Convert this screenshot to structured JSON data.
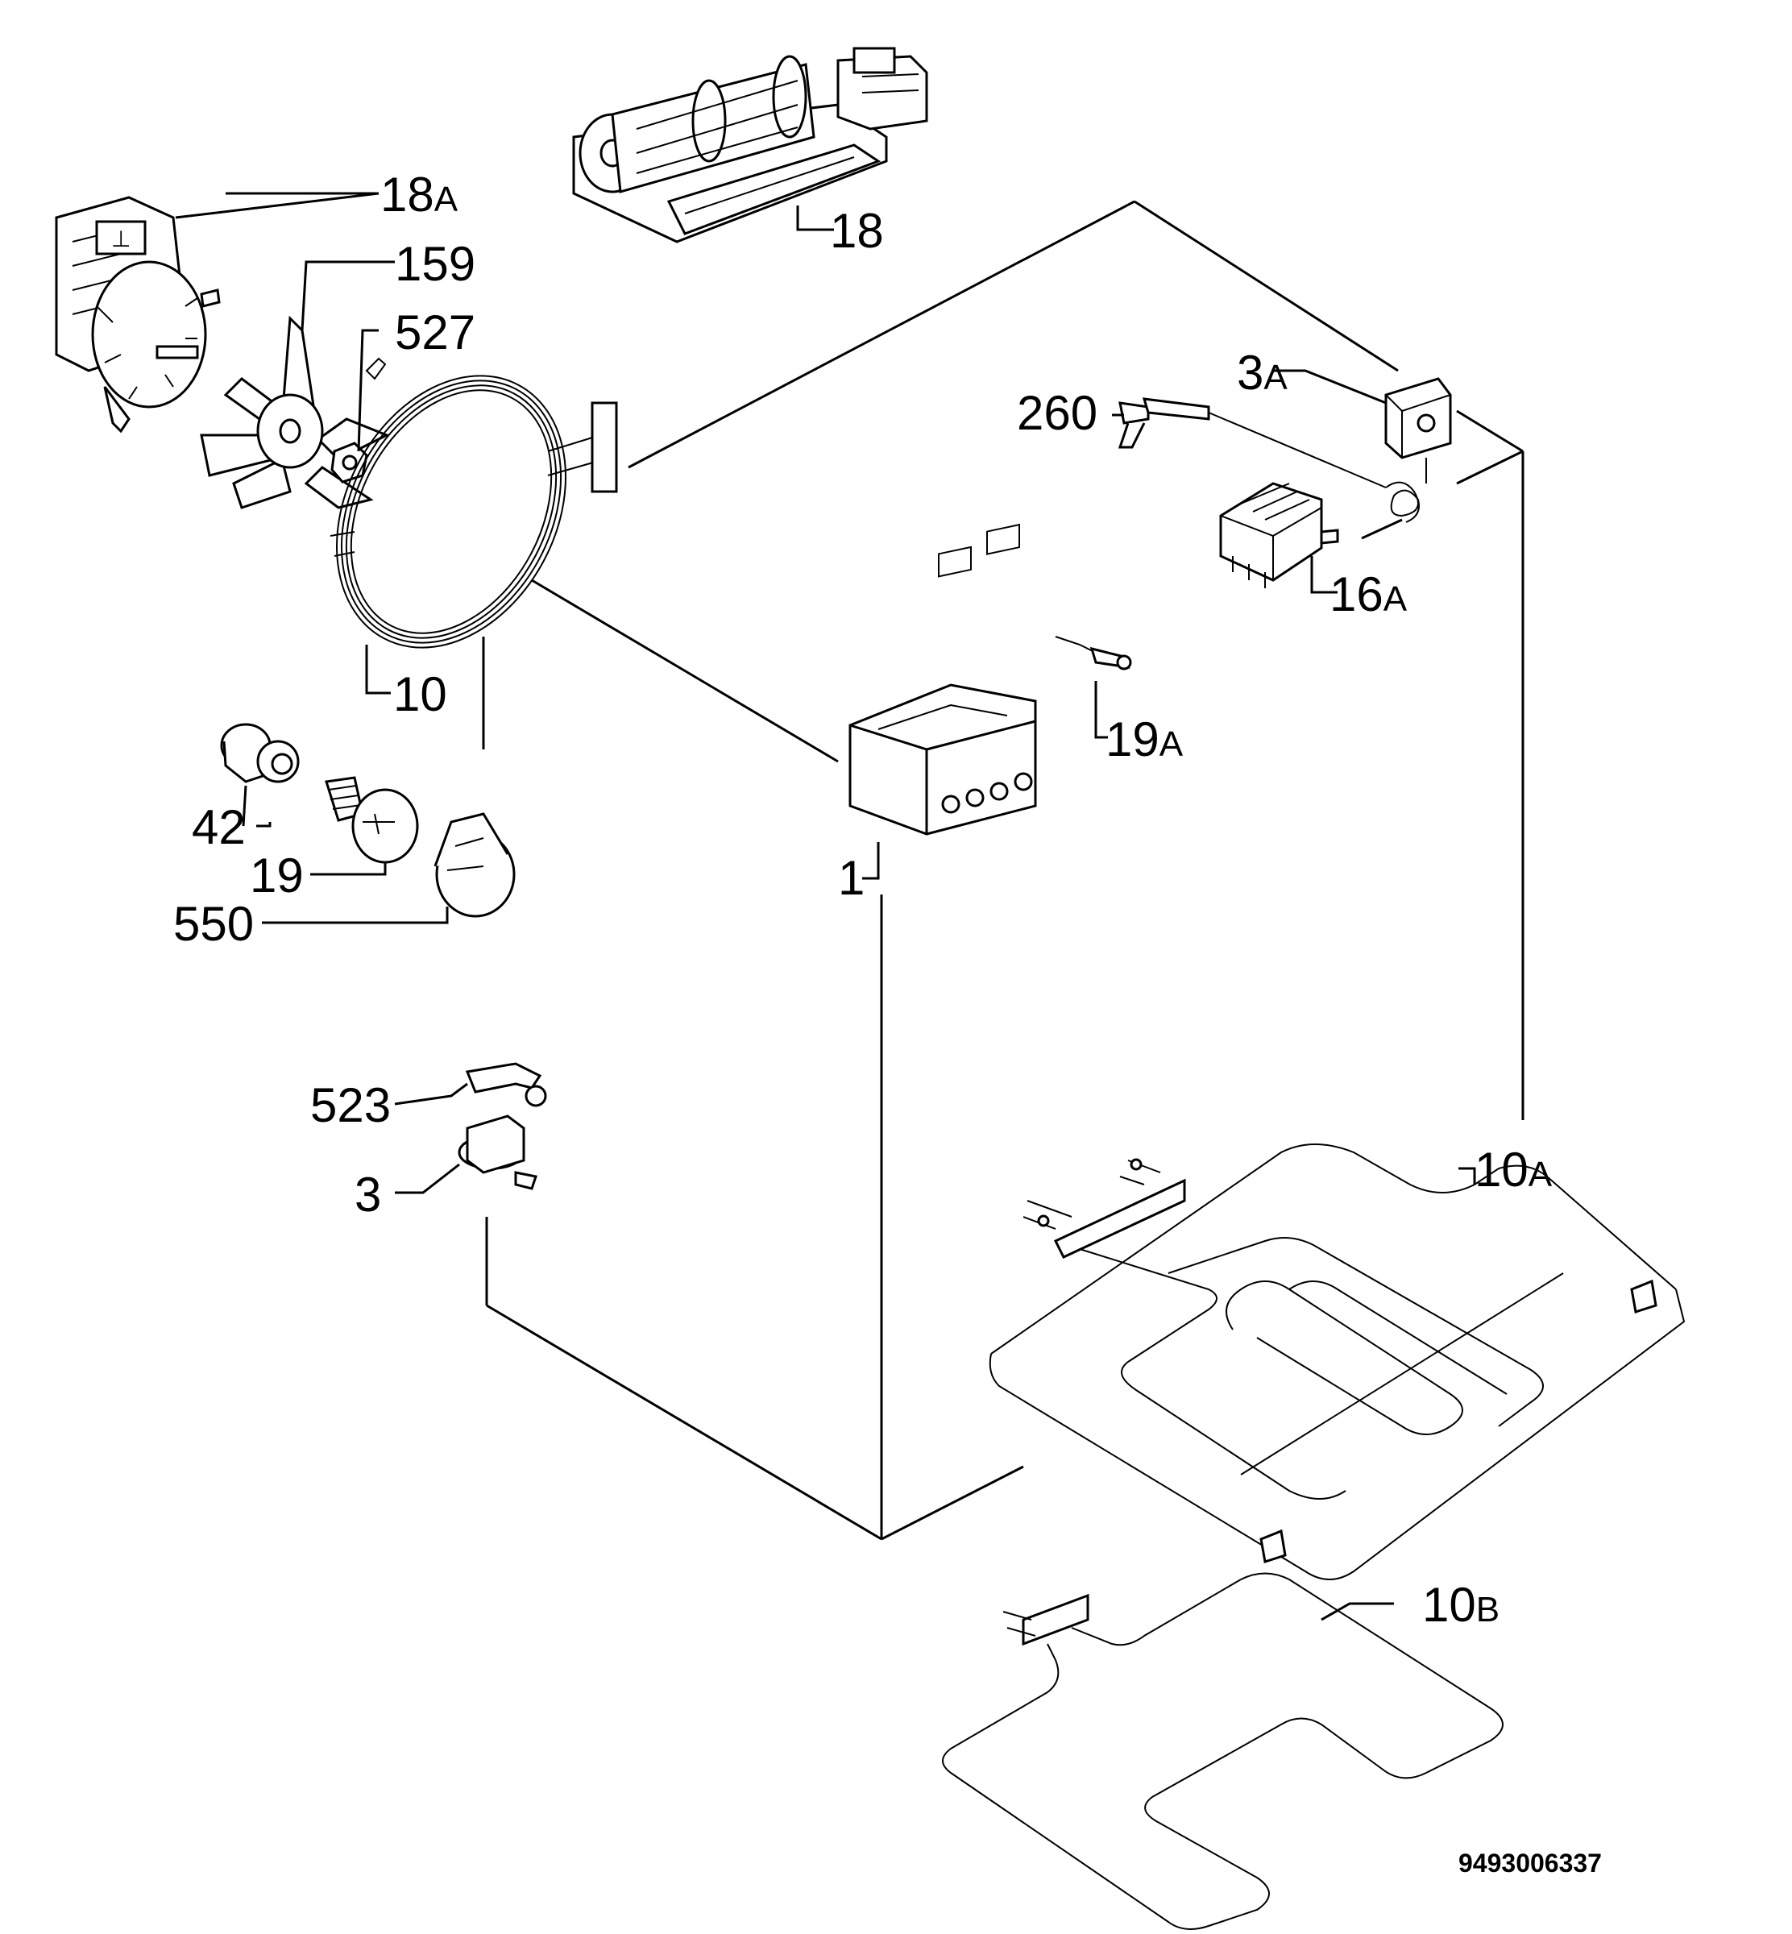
{
  "labels": {
    "p18A": "18",
    "p18A_suffix": "A",
    "p159": "159",
    "p527": "527",
    "p18": "18",
    "p3A": "3",
    "p3A_suffix": "A",
    "p260": "260",
    "p16A": "16",
    "p16A_suffix": "A",
    "p10": "10",
    "p19A": "19",
    "p19A_suffix": "A",
    "p42": "42",
    "p19": "19",
    "p550": "550",
    "p1": "1",
    "p523": "523",
    "p3": "3",
    "p10A": "10",
    "p10A_suffix": "A",
    "p10B": "10",
    "p10B_suffix": "B"
  },
  "document_number": "9493006337"
}
